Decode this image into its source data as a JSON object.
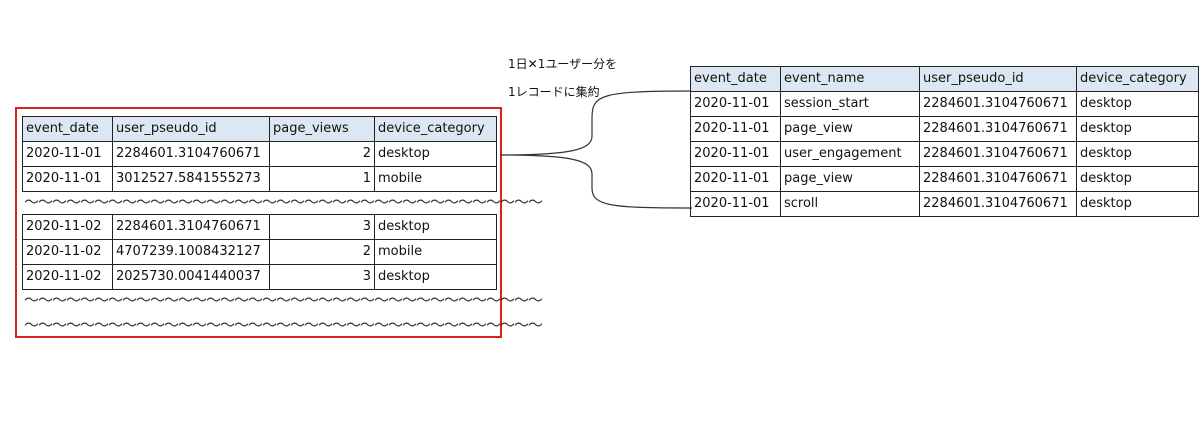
{
  "aggregated": {
    "headers": [
      "event_date",
      "user_pseudo_id",
      "page_views",
      "device_category"
    ],
    "group1": [
      [
        "2020-11-01",
        "2284601.3104760671",
        "2",
        "desktop"
      ],
      [
        "2020-11-01",
        "3012527.5841555273",
        "1",
        "mobile"
      ]
    ],
    "group2": [
      [
        "2020-11-02",
        "2284601.3104760671",
        "3",
        "desktop"
      ],
      [
        "2020-11-02",
        "4707239.1008432127",
        "2",
        "mobile"
      ],
      [
        "2020-11-02",
        "2025730.0041440037",
        "3",
        "desktop"
      ]
    ],
    "wave": "〜〜〜〜〜〜〜〜〜〜〜〜〜〜〜〜〜〜〜〜〜〜〜〜〜〜〜〜〜〜〜〜〜〜〜〜〜"
  },
  "note": {
    "line1": "1日✕1ユーザー分を",
    "line2": "1レコードに集約"
  },
  "events": {
    "headers": [
      "event_date",
      "event_name",
      "user_pseudo_id",
      "device_category"
    ],
    "rows": [
      [
        "2020-11-01",
        "session_start",
        "2284601.3104760671",
        "desktop"
      ],
      [
        "2020-11-01",
        "page_view",
        "2284601.3104760671",
        "desktop"
      ],
      [
        "2020-11-01",
        "user_engagement",
        "2284601.3104760671",
        "desktop"
      ],
      [
        "2020-11-01",
        "page_view",
        "2284601.3104760671",
        "desktop"
      ],
      [
        "2020-11-01",
        "scroll",
        "2284601.3104760671",
        "desktop"
      ]
    ]
  }
}
